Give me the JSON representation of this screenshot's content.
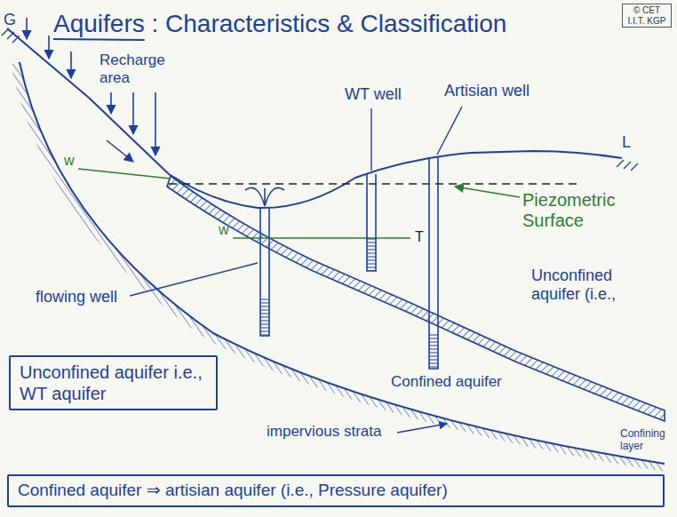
{
  "diagram": {
    "title": "Aquifers : Characteristics & Classification",
    "nodes": [
      {
        "text": [
          "Unconfined aquifer i.e., WT aquifer"
        ]
      },
      {
        "text": [
          "Confined aquifer ⇒ artisian aquifer (i.e., Pressure aquifer)"
        ]
      }
    ],
    "labels": [
      "© CET I.I.T. KGP",
      "G",
      "Recharge area",
      "WT well",
      "Artisian well",
      "L",
      "w",
      "Piezometric Surface",
      "w",
      "T",
      "Unconfined aquifer (i.e.,",
      "flowing well",
      "Confining layer",
      "Confined aquifer",
      "impervious strata"
    ]
  }
}
